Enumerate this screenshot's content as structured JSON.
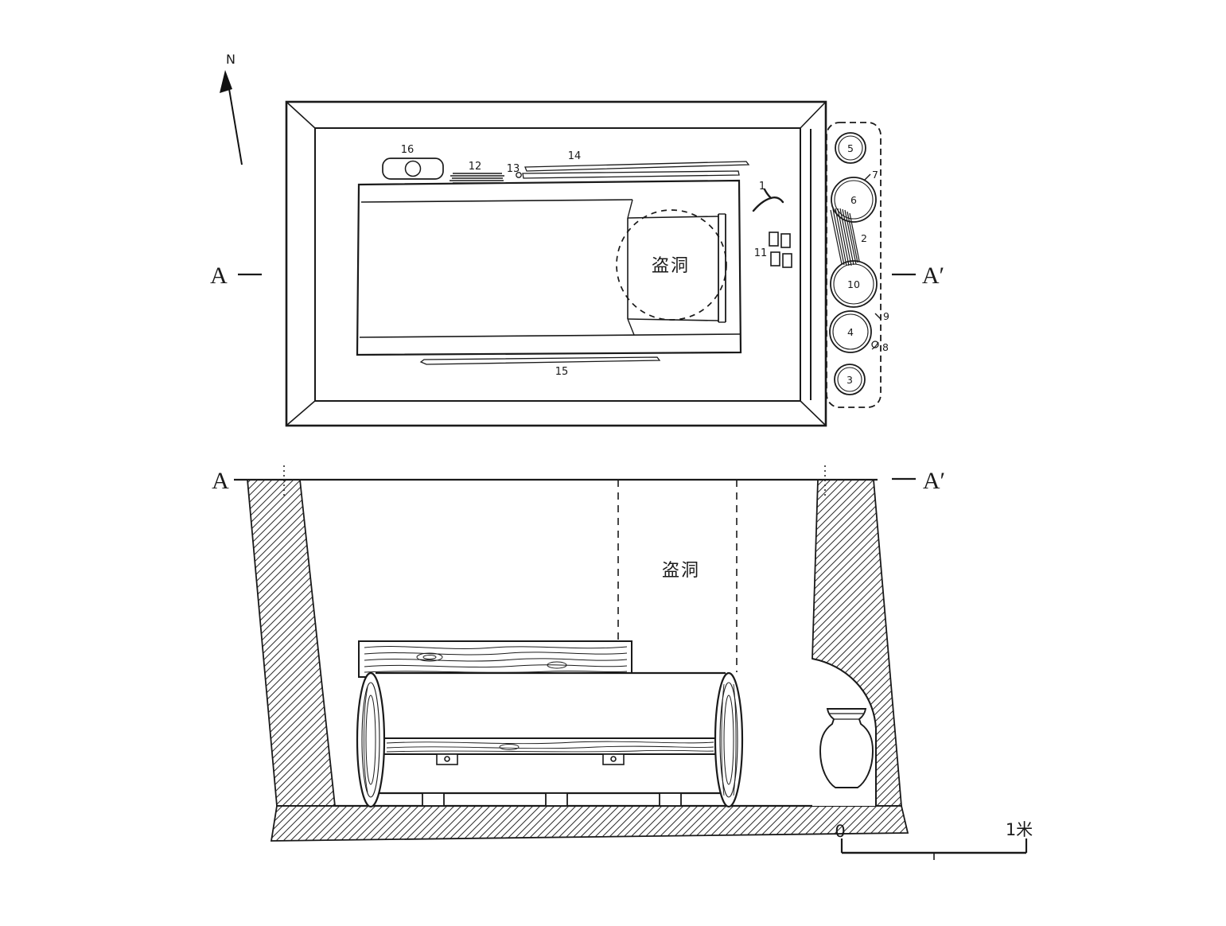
{
  "figure": {
    "north_label": "N"
  },
  "plan": {
    "section_left": "A",
    "section_right": "A′",
    "robber_hole": "盗洞",
    "artifacts": {
      "a1": "1",
      "a2": "2",
      "a3": "3",
      "a4": "4",
      "a5": "5",
      "a6": "6",
      "a7": "7",
      "a8": "8",
      "a9": "9",
      "a10": "10",
      "a11": "11",
      "a12": "12",
      "a13": "13",
      "a14": "14",
      "a15": "15",
      "a16": "16"
    }
  },
  "section": {
    "left": "A",
    "right": "A′",
    "robber_hole": "盗洞",
    "scale_zero": "0",
    "scale_end": "1米"
  }
}
